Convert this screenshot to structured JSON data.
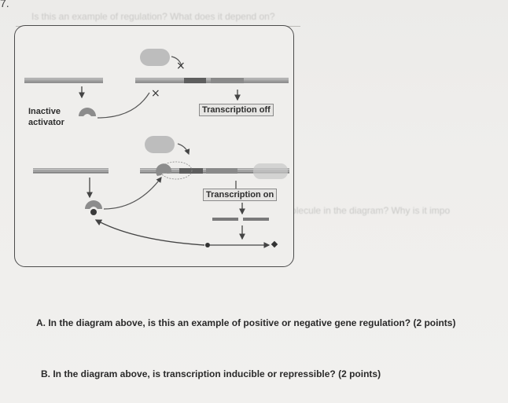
{
  "question_number": "7.",
  "ghost_text": {
    "top_line": "Is this an example of regulation? What does it depend on?",
    "middle_line": "What is the role of the molecule in the diagram? Why is it impo"
  },
  "diagram": {
    "inactive_activator_label": "Inactive\nactivator",
    "transcription_off_label": "Transcription off",
    "transcription_on_label": "Transcription on",
    "colors": {
      "dna": "#9b9b9b",
      "dna_dark": "#5e5e5e",
      "protein": "#8c8c8c",
      "inducer": "#3a3a3a"
    }
  },
  "questions": {
    "a": "A. In the diagram above, is this an example of positive or negative gene regulation? (2 points)",
    "b": "B. In the diagram above, is transcription inducible or repressible? (2 points)"
  }
}
